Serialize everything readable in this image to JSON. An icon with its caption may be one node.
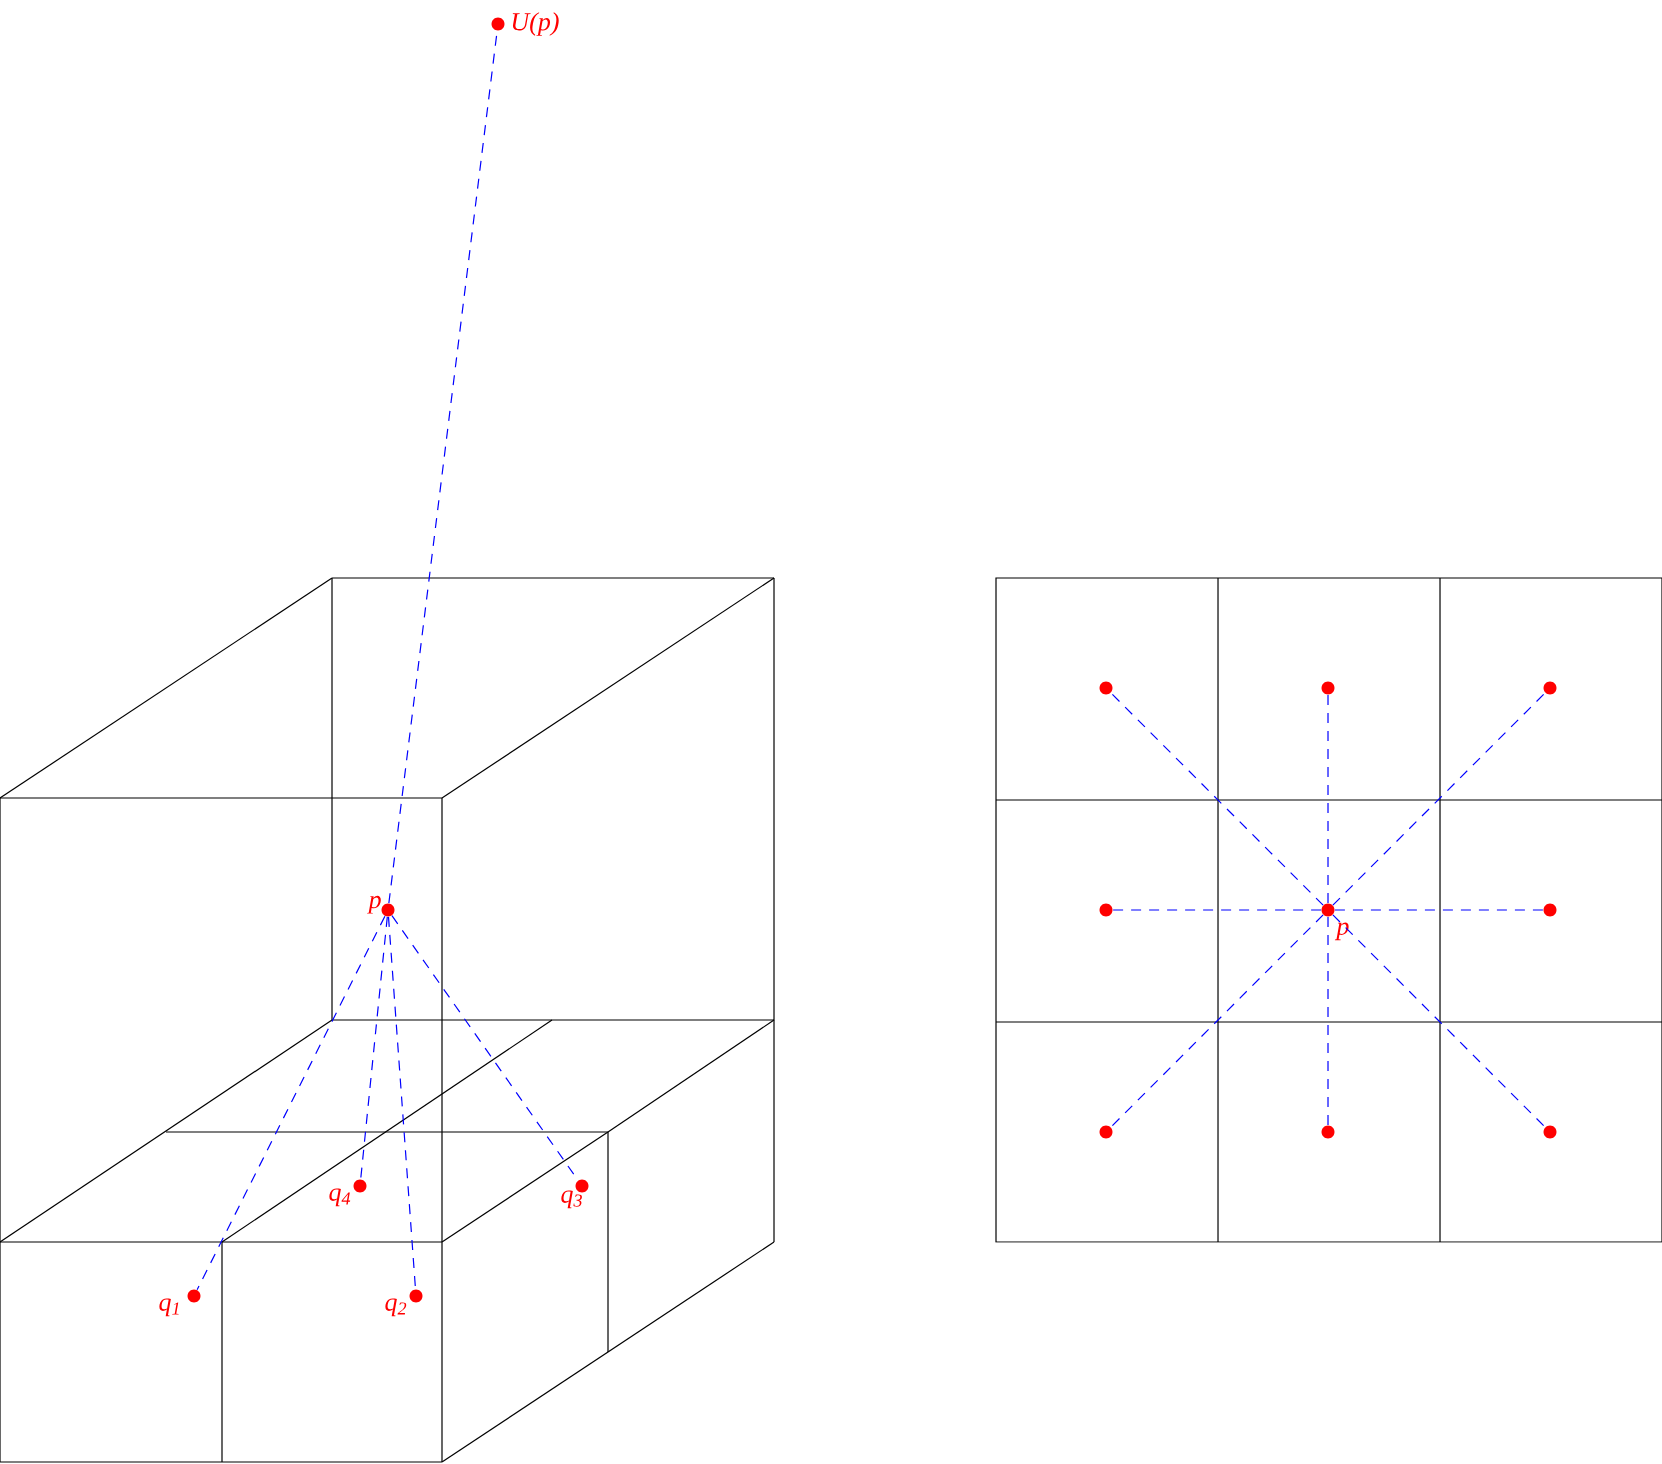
{
  "diagram": {
    "nodes": [
      {
        "text": [],
        "shape": "circle",
        "beside": [
          "U(p)"
        ]
      },
      {
        "text": [],
        "shape": "circle",
        "beside": [
          "p"
        ]
      },
      {
        "text": [],
        "shape": "circle",
        "beside": [
          "q$_{1}$"
        ]
      },
      {
        "text": [],
        "shape": "circle",
        "beside": [
          "q$_{4}$"
        ]
      },
      {
        "text": [],
        "shape": "circle",
        "beside": [
          "q$_{3}$"
        ]
      },
      {
        "text": [],
        "shape": "circle",
        "beside": [
          "q$_{2}$"
        ]
      },
      {
        "text": [],
        "shape": "circle"
      },
      {
        "text": [],
        "shape": "circle"
      },
      {
        "text": [],
        "shape": "circle"
      },
      {
        "text": [],
        "shape": "circle"
      },
      {
        "text": [],
        "shape": "circle",
        "beside": [
          "p"
        ]
      },
      {
        "text": [],
        "shape": "circle"
      },
      {
        "text": [],
        "shape": "circle"
      },
      {
        "text": [],
        "shape": "circle"
      },
      {
        "text": [],
        "shape": "circle"
      }
    ],
    "edges": [
      {
        "from": 1,
        "to": 0,
        "arrow": "none",
        "style": "dashed",
        "color": "#0000ff"
      },
      {
        "from": 1,
        "to": 2,
        "arrow": "none",
        "style": "dashed",
        "color": "#0000ff"
      },
      {
        "from": 1,
        "to": 3,
        "arrow": "none",
        "style": "dashed",
        "color": "#0000ff"
      },
      {
        "from": 1,
        "to": 4,
        "arrow": "none",
        "style": "dashed",
        "color": "#0000ff"
      },
      {
        "from": 1,
        "to": 5,
        "arrow": "none",
        "style": "dashed",
        "color": "#0000ff"
      },
      {
        "from": 10,
        "to": 6,
        "arrow": "none",
        "style": "dashed",
        "color": "#0000ff"
      },
      {
        "from": 10,
        "to": 7,
        "arrow": "none",
        "style": "dashed",
        "color": "#0000ff"
      },
      {
        "from": 10,
        "to": 8,
        "arrow": "none",
        "style": "dashed",
        "color": "#0000ff"
      },
      {
        "from": 10,
        "to": 9,
        "arrow": "none",
        "style": "dashed",
        "color": "#0000ff"
      },
      {
        "from": 10,
        "to": 11,
        "arrow": "none",
        "style": "dashed",
        "color": "#0000ff"
      },
      {
        "from": 10,
        "to": 12,
        "arrow": "none",
        "style": "dashed",
        "color": "#0000ff"
      },
      {
        "from": 10,
        "to": 13,
        "arrow": "none",
        "style": "dashed",
        "color": "#0000ff"
      },
      {
        "from": 10,
        "to": 14,
        "arrow": "none",
        "style": "dashed",
        "color": "#0000ff"
      }
    ]
  }
}
